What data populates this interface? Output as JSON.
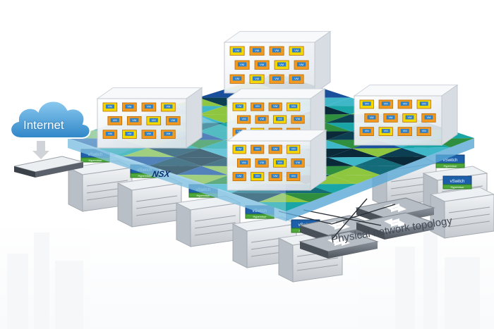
{
  "labels": {
    "internet": "Internet",
    "overlay": "NSX",
    "physical": "Physical network topology"
  },
  "server_badge": {
    "top": "vSwitch",
    "bottom": "Hypervisor"
  },
  "vm_label": "VM",
  "colors": {
    "overlay_dark": "#0d3f52",
    "overlay_teal": "#1aa6a6",
    "overlay_green": "#2f8f3e",
    "overlay_lime": "#8fc640",
    "overlay_blue": "#1a4f9c",
    "overlay_glass": "#a8d8f0",
    "vm_orange": "#f29a1f",
    "vm_blue": "#2f7fc4",
    "vm_yellow": "#f5d800",
    "cloud": "#4ea3dc",
    "server": "#d9dde2",
    "switch": "#6c737c"
  }
}
